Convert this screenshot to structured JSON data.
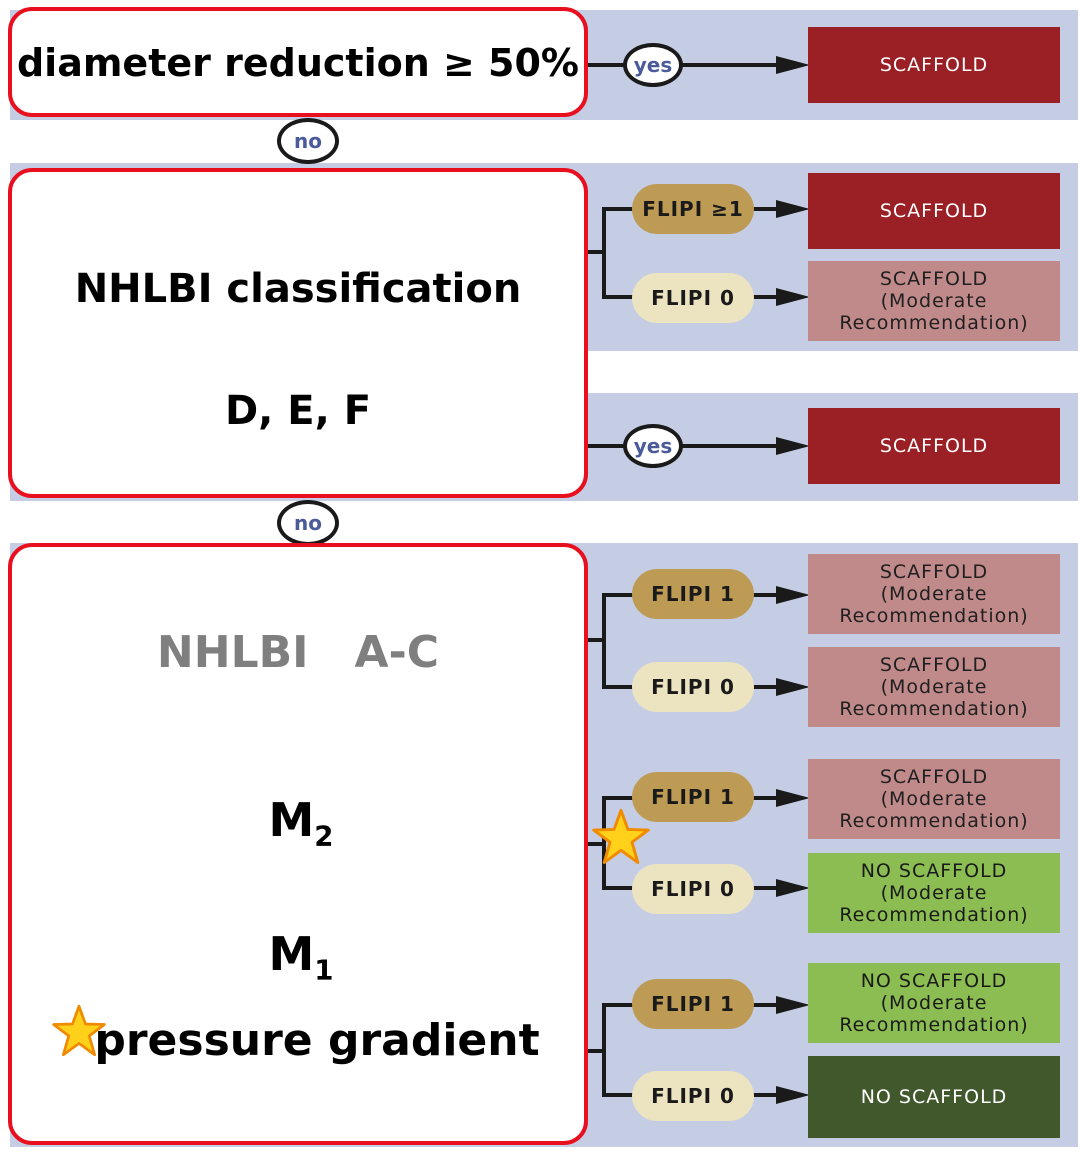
{
  "criteria": {
    "diameter": "diameter reduction ≥ 50%",
    "nhlbi_def_title": "NHLBI classification",
    "nhlbi_def_classes": "D, E, F",
    "nhlbi_ac_title": "NHLBI   A-C",
    "m2_letter": "M",
    "m2_sub": "2",
    "m1_letter": "M",
    "m1_sub": "1",
    "pressure": "pressure gradient"
  },
  "connectors": {
    "yes": "yes",
    "no": "no"
  },
  "flipi": {
    "ge1": "FLIPI ≥1",
    "zero": "FLIPI 0",
    "one": "FLIPI 1"
  },
  "outcomes": {
    "scaffold": "SCAFFOLD",
    "scaffold_moderate": "SCAFFOLD\n(Moderate\nRecommendation)",
    "no_scaffold_moderate": "NO SCAFFOLD\n(Moderate\nRecommendation)",
    "no_scaffold": "NO SCAFFOLD"
  },
  "icons": {
    "star": "star-icon"
  },
  "colors": {
    "criterion_border": "#e8101e",
    "band": "#c5cde5",
    "scaffold": "#9a2026",
    "scaffold_moderate": "#c08a8b",
    "no_scaffold_moderate": "#8bbd52",
    "no_scaffold": "#40582b",
    "flipi_positive": "#bd9b55",
    "flipi_zero": "#ece3c1",
    "star_fill": "#ffd11a"
  }
}
